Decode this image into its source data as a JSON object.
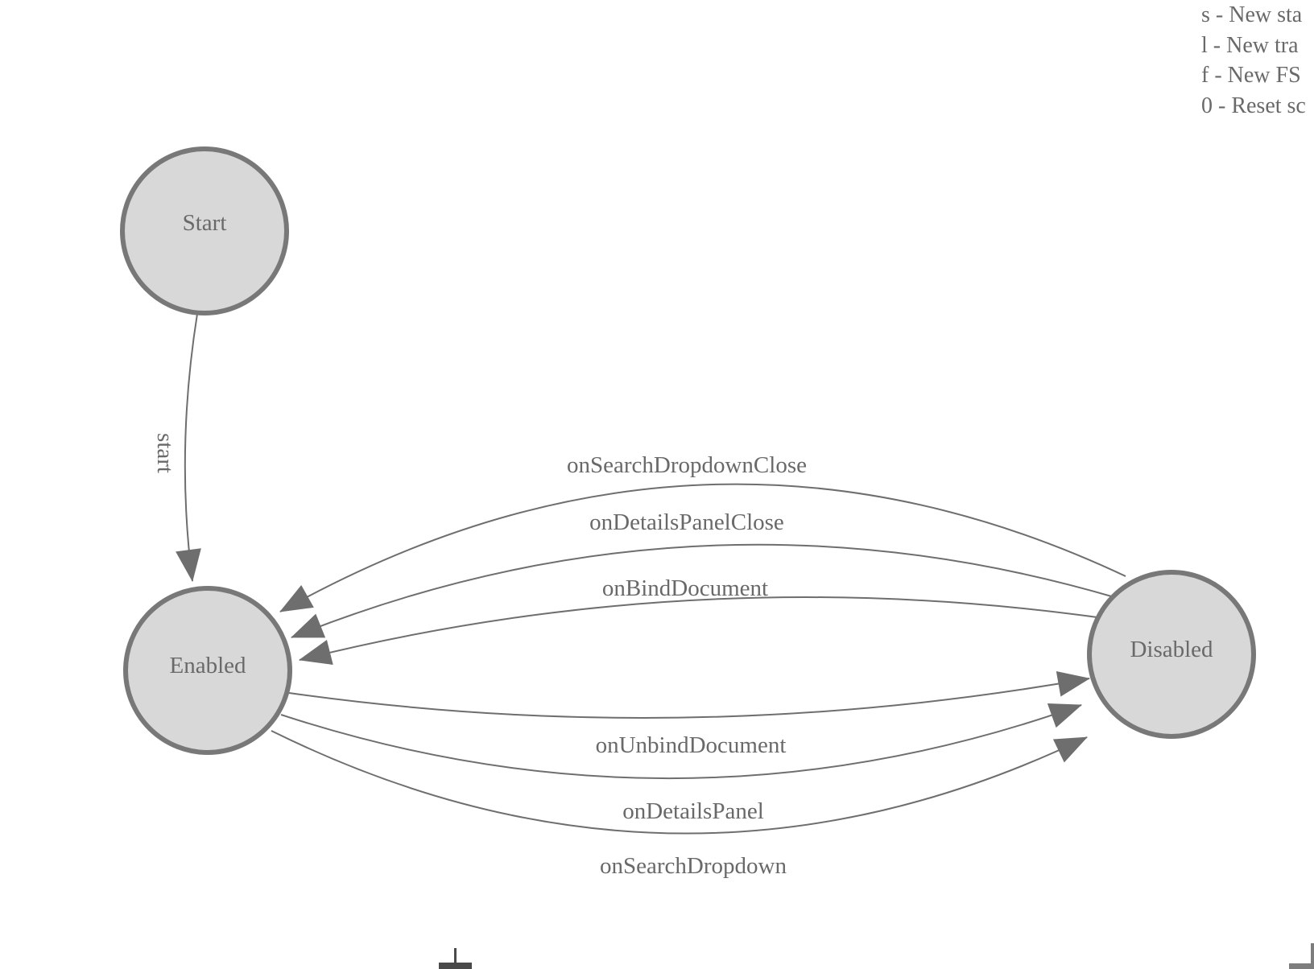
{
  "legend": {
    "lines": [
      "s - New sta",
      "l - New tra",
      "f - New FS",
      "0 - Reset sc"
    ]
  },
  "diagram": {
    "type": "state-machine",
    "nodes": [
      {
        "id": "start",
        "label": "Start"
      },
      {
        "id": "enabled",
        "label": "Enabled"
      },
      {
        "id": "disabled",
        "label": "Disabled"
      }
    ],
    "edges": [
      {
        "from": "start",
        "to": "enabled",
        "label": "start"
      },
      {
        "from": "disabled",
        "to": "enabled",
        "label": "onSearchDropdownClose"
      },
      {
        "from": "disabled",
        "to": "enabled",
        "label": "onDetailsPanelClose"
      },
      {
        "from": "disabled",
        "to": "enabled",
        "label": "onBindDocument"
      },
      {
        "from": "enabled",
        "to": "disabled",
        "label": "onUnbindDocument"
      },
      {
        "from": "enabled",
        "to": "disabled",
        "label": "onDetailsPanel"
      },
      {
        "from": "enabled",
        "to": "disabled",
        "label": "onSearchDropdown"
      }
    ]
  },
  "colors": {
    "background": "#ffffff",
    "node_fill": "#d8d8d8",
    "node_stroke": "#787878",
    "edge_stroke": "#6e6e6e",
    "arrow_fill": "#6e6e6e",
    "text": "#696969"
  }
}
